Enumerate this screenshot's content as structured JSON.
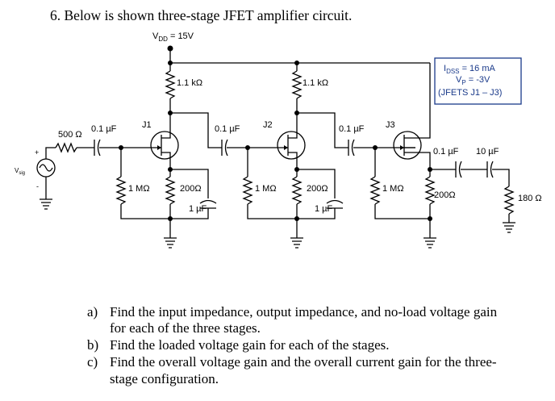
{
  "problem": {
    "title": "6. Below is shown three-stage JFET amplifier circuit.",
    "parts": [
      {
        "letter": "a)",
        "line1": "Find the input impedance, output impedance, and no-load voltage gain",
        "line2": "for each of the three stages."
      },
      {
        "letter": "b)",
        "line1": "Find the loaded voltage gain for each of the stages.",
        "line2": ""
      },
      {
        "letter": "c)",
        "line1": "Find the overall voltage gain and the overall current gain for the three-",
        "line2": "stage configuration."
      }
    ]
  },
  "circuit": {
    "vdd_label": "V",
    "vdd_sub": "DD",
    "vdd_value": " = 15V",
    "spec": {
      "idss_main": "I",
      "idss_sub": "DSS",
      "idss_value": " = 16 mA",
      "vp_main": "V",
      "vp_sub": "P",
      "vp_value": " = -3V",
      "jfets": "(JFETS J1 – J3)"
    },
    "source": {
      "label": "V",
      "sub": "sig",
      "plus": "+",
      "minus": "-"
    },
    "rs_label": "500 Ω",
    "cin_label": "0.1 µF",
    "stage1": {
      "name": "J1",
      "rd": "1.1 kΩ",
      "rg": "1 MΩ",
      "rs": "200Ω",
      "cs": "1 µF"
    },
    "c12_label": "0.1 µF",
    "stage2": {
      "name": "J2",
      "rd": "1.1 kΩ",
      "rg": "1 MΩ",
      "rs": "200Ω",
      "cs": "1 µF"
    },
    "c23_label": "0.1 µF",
    "stage3": {
      "name": "J3",
      "rg": "1 MΩ",
      "rs": "200Ω"
    },
    "cout1_label": "0.1 µF",
    "cout2_label": "10 µF",
    "rl_label": "180 Ω"
  }
}
